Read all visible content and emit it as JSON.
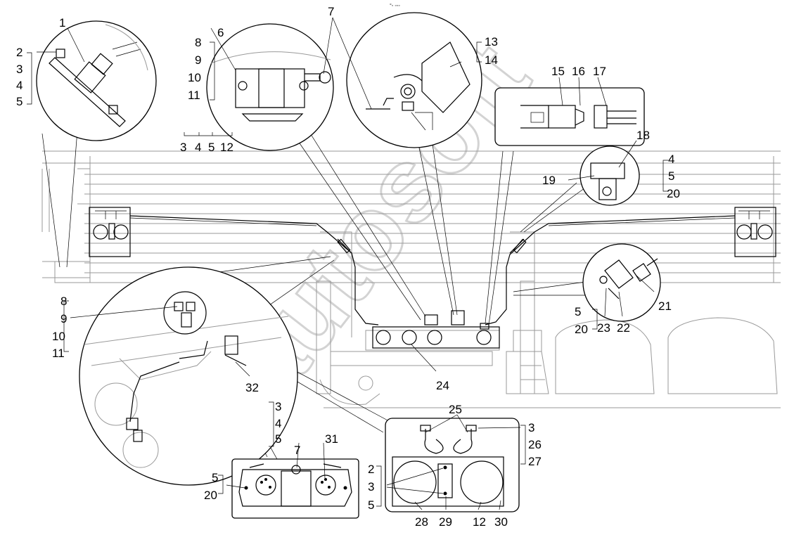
{
  "header_mark": "°◦ ◦◦◦",
  "watermark": "autosoft",
  "labels": {
    "n1": "1",
    "n2": "2",
    "n3a": "3",
    "n4a": "4",
    "n5a": "5",
    "n6": "6",
    "n7a": "7",
    "n8a": "8",
    "n9a": "9",
    "n10a": "10",
    "n11a": "11",
    "n3b": "3",
    "n4b": "4",
    "n5b": "5",
    "n12a": "12",
    "n13": "13",
    "n14": "14",
    "n15": "15",
    "n16": "16",
    "n17": "17",
    "n18": "18",
    "n19": "19",
    "n4c": "4",
    "n5c": "5",
    "n20a": "20",
    "n8b": "8",
    "n9b": "9",
    "n10b": "10",
    "n11b": "11",
    "n5d": "5",
    "n20b": "20",
    "n21": "21",
    "n22": "22",
    "n23": "23",
    "n24": "24",
    "n32": "32",
    "n3c": "3",
    "n4d": "4",
    "n5e": "5",
    "n7b": "7",
    "n31": "31",
    "n5f": "5",
    "n20c": "20",
    "n25": "25",
    "n3d": "3",
    "n26": "26",
    "n27": "27",
    "n2b": "2",
    "n3e": "3",
    "n5g": "5",
    "n28": "28",
    "n29": "29",
    "n12b": "12",
    "n30": "30"
  }
}
